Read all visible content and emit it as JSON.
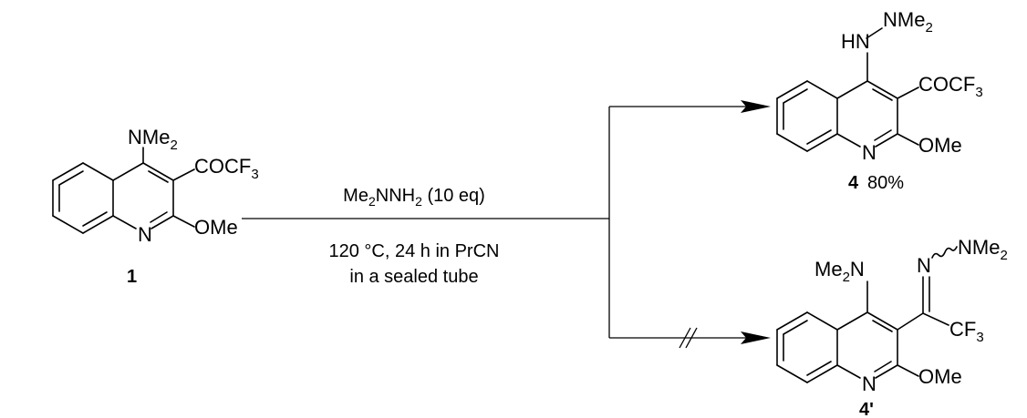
{
  "scheme": {
    "reactant": {
      "id": "1",
      "substituents": {
        "amine": {
          "main": "NMe",
          "sub": "2"
        },
        "acyl": {
          "main": "COCF",
          "sub": "3"
        },
        "ring_n": "N",
        "alkoxy": "OMe"
      }
    },
    "conditions": {
      "reagent": {
        "pre": "Me",
        "sub1": "2",
        "mid": "NNH",
        "sub2": "2",
        "post": " (10 eq)"
      },
      "line2": "120 °C, 24 h in PrCN",
      "line3": "in a sealed tube"
    },
    "product_observed": {
      "id": "4",
      "yield": "80%",
      "substituents": {
        "hn": "HN",
        "nme2": {
          "main": "NMe",
          "sub": "2"
        },
        "acyl": {
          "main": "COCF",
          "sub": "3"
        },
        "ring_n": "N",
        "alkoxy": "OMe"
      }
    },
    "product_not_observed": {
      "id": "4'",
      "substituents": {
        "amine": {
          "pre": "Me",
          "sub": "2",
          "post": "N"
        },
        "imine_n": "N",
        "nme2": {
          "main": "NMe",
          "sub": "2"
        },
        "cf3": {
          "main": "CF",
          "sub": "3"
        },
        "ring_n": "N",
        "alkoxy": "OMe"
      }
    }
  }
}
